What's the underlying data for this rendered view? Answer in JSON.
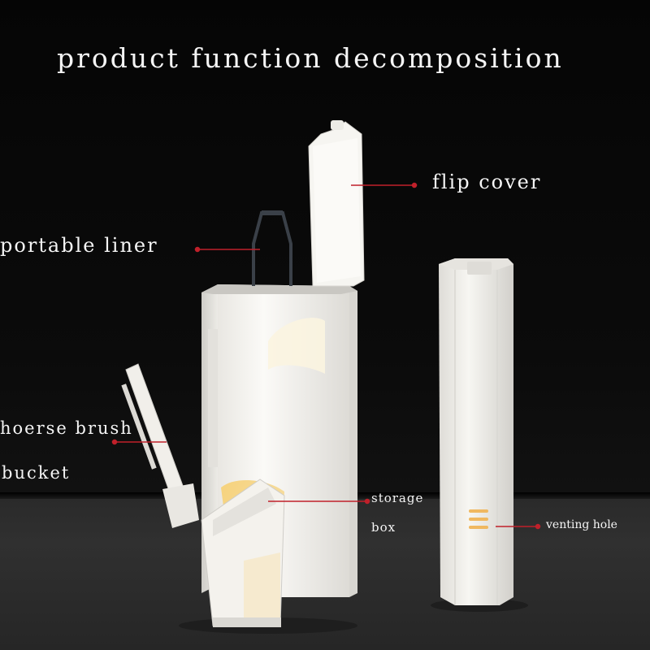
{
  "title": "product function decomposition",
  "labels": {
    "flip_cover": "flip cover",
    "portable_liner": "portable liner",
    "brush": "hoerse brush",
    "bucket": "bucket",
    "storage": "storage",
    "box": "box",
    "venting_hole": "venting hole"
  },
  "colors": {
    "background": "#0a0a0a",
    "product_white": "#f3f1ec",
    "accent_yellow": "#f2c66a",
    "pointer_red": "#c0202a"
  }
}
